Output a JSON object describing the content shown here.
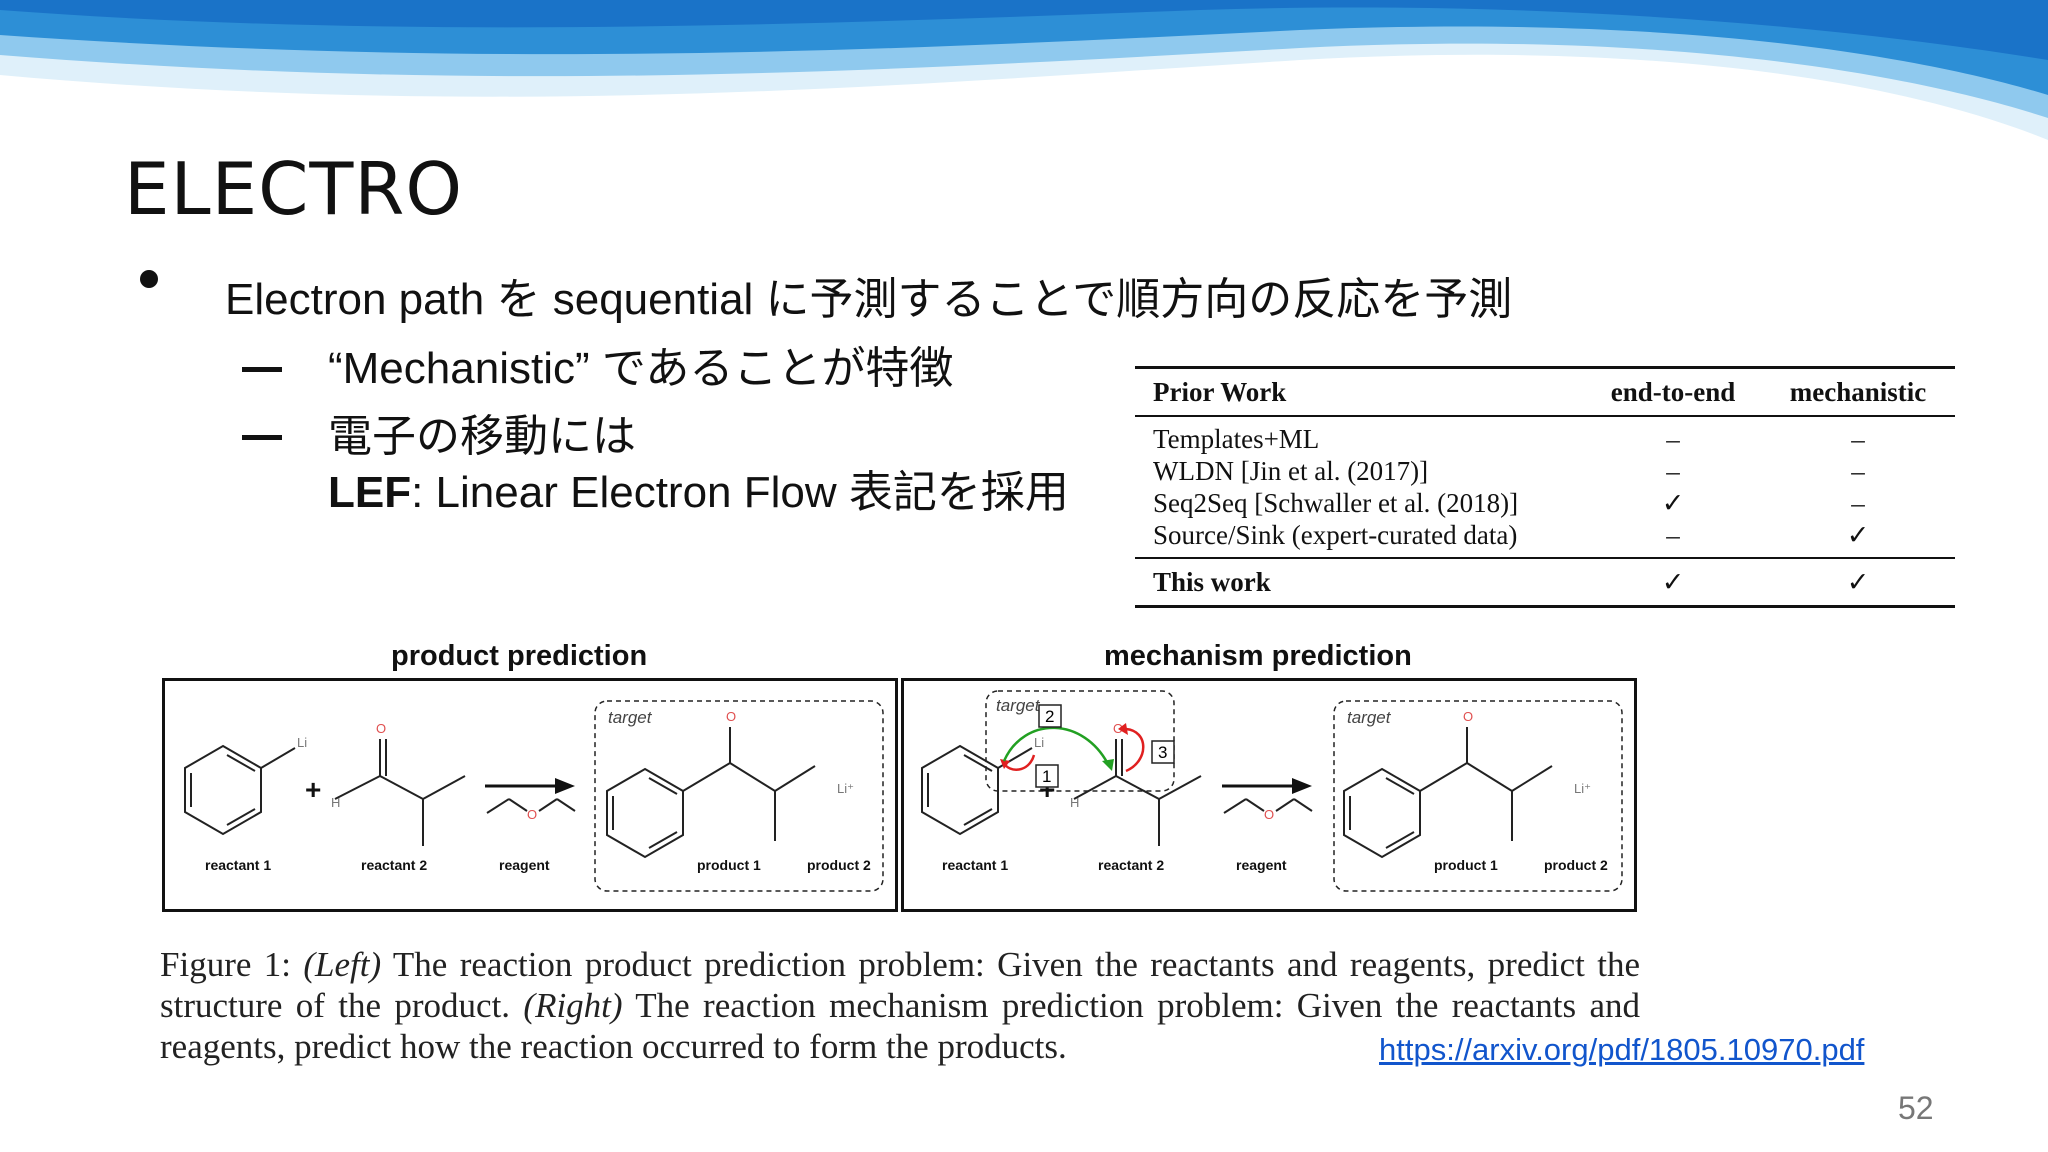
{
  "slide": {
    "title": "ELECTRO",
    "bullet": "Electron path を sequential に予測することで順方向の反応を予測",
    "sub1": "“Mechanistic” であることが特徴",
    "sub2_line1": "電子の移動には",
    "sub2_lef": "LEF",
    "sub2_line2_rest": ": Linear Electron Flow 表記を採用",
    "page_number": "52",
    "link": "https://arxiv.org/pdf/1805.10970.pdf"
  },
  "table": {
    "headers": [
      "Prior Work",
      "end-to-end",
      "mechanistic"
    ],
    "rows": [
      {
        "work": "Templates+ML",
        "e2e": "–",
        "mech": "–"
      },
      {
        "work": "WLDN [Jin et al. (2017)]",
        "e2e": "–",
        "mech": "–"
      },
      {
        "work": "Seq2Seq [Schwaller et al. (2018)]",
        "e2e": "✓",
        "mech": "–"
      },
      {
        "work": "Source/Sink (expert-curated data)",
        "e2e": "–",
        "mech": "✓"
      }
    ],
    "footer": {
      "work": "This work",
      "e2e": "✓",
      "mech": "✓"
    }
  },
  "figure": {
    "left_title": "product prediction",
    "right_title": "mechanism prediction",
    "labels": {
      "reactant1": "reactant 1",
      "reactant2": "reactant 2",
      "reagent": "reagent",
      "product1": "product 1",
      "product2": "product 2",
      "target": "target",
      "li": "Li",
      "li_plus": "Li⁺",
      "o": "O",
      "h": "H",
      "plus": "+",
      "step1": "1",
      "step2": "2",
      "step3": "3"
    },
    "caption": {
      "fig_label": "Figure 1:",
      "left_tag": "(Left)",
      "left_text": "The reaction product prediction problem: Given the reactants and reagents, predict the structure of the product.",
      "right_tag": "(Right)",
      "right_text": "The reaction mechanism prediction problem: Given the reactants and reagents, predict how the reaction occurred to form the products."
    }
  },
  "colors": {
    "wave_dark": "#1a73c8",
    "wave_light": "#cfe8f7",
    "link": "#1155cc",
    "arrow_red": "#e02020",
    "arrow_green": "#22a022"
  }
}
